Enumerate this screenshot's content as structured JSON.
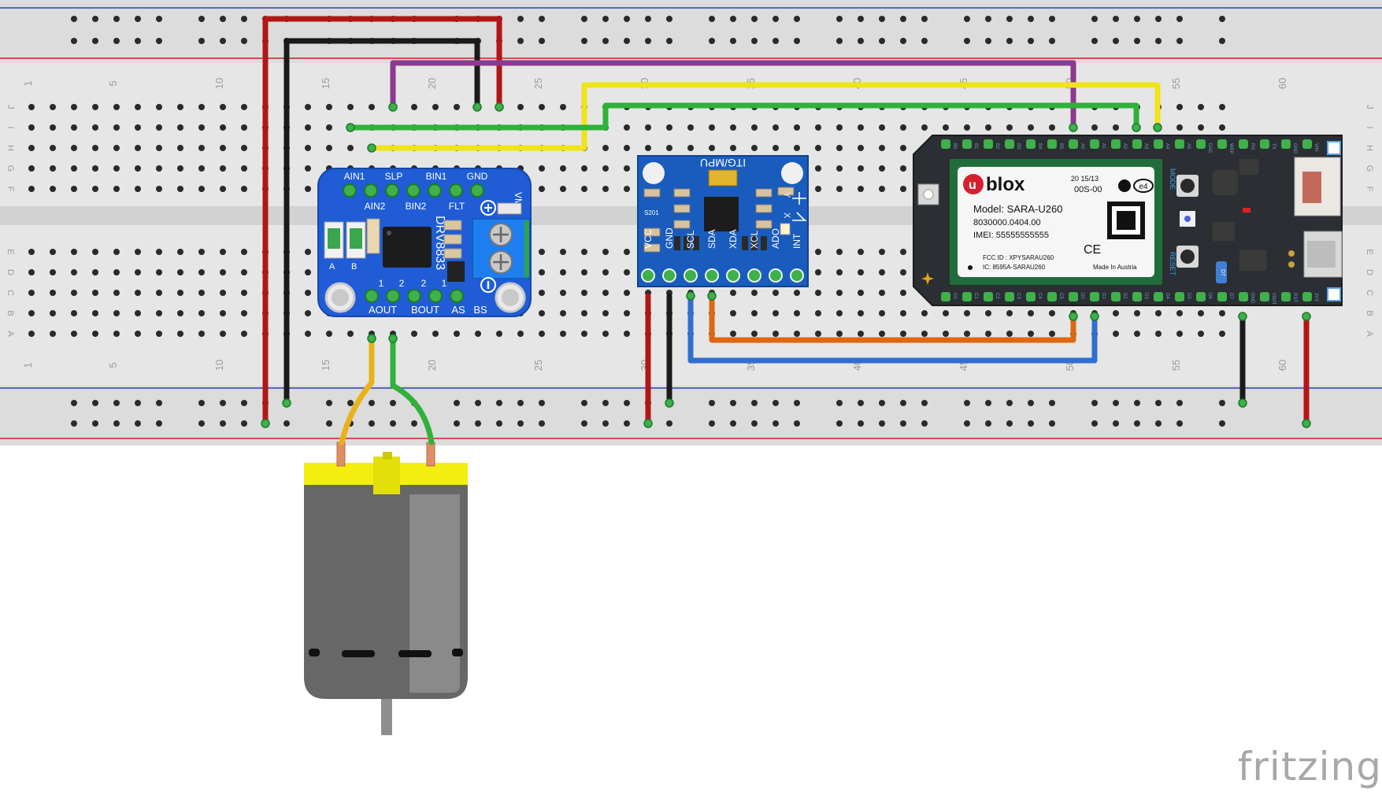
{
  "breadboard": {
    "row_letters": [
      "J",
      "I",
      "H",
      "G",
      "F",
      "E",
      "D",
      "C",
      "B",
      "A"
    ],
    "column_numbers": [
      "1",
      "5",
      "10",
      "15",
      "20",
      "25",
      "30",
      "35",
      "40",
      "45",
      "50",
      "55",
      "60"
    ]
  },
  "driver": {
    "name": "DRV8833",
    "top_pins": [
      "AIN1",
      "SLP",
      "BIN1",
      "GND"
    ],
    "mid_labels": [
      "AIN2",
      "BIN2",
      "FLT"
    ],
    "vm_label": "VM",
    "bottom_labels": [
      "AOUT",
      "BOUT",
      "AS",
      "BS"
    ],
    "bottom_nums": [
      "1",
      "2",
      "2",
      "1"
    ],
    "side_ab": [
      "A",
      "B"
    ]
  },
  "imu": {
    "name": "ITG/MPU",
    "pins": [
      "VCC",
      "GND",
      "SCL",
      "SDA",
      "XDA",
      "XCL",
      "ADO",
      "INT"
    ],
    "small_label": "S201",
    "axes": [
      "Y",
      "X"
    ]
  },
  "electron": {
    "brand": "blox",
    "brand_u": "u",
    "model": "Model: SARA-U260",
    "part": "8030000.0404.00",
    "imei": "IMEI:  55555555555",
    "fcc": "FCC ID : XPYSARAU260",
    "ic": "IC: 8595A-SARAU260",
    "made_in": "Made In Austria",
    "date": "20   15/13",
    "code": "00S-00",
    "ce": "CE",
    "e4": "e4",
    "mode": "MODE",
    "reset": "RESET",
    "top_pins": [
      "VIN",
      "GND",
      "TX",
      "RX",
      "WKP",
      "DAC",
      "A5",
      "A4",
      "A3",
      "A2",
      "A1",
      "A0",
      "B5",
      "B4",
      "B3",
      "B2",
      "B1",
      "B0"
    ],
    "bottom_pins": [
      "3V3",
      "RST",
      "VBAT",
      "GND",
      "D7",
      "D6",
      "D5",
      "D4",
      "D3",
      "D2",
      "D1",
      "D0",
      "C5",
      "C4",
      "C3",
      "C2",
      "C1",
      "C0"
    ],
    "led_label": "D7"
  },
  "watermark": "fritzing"
}
